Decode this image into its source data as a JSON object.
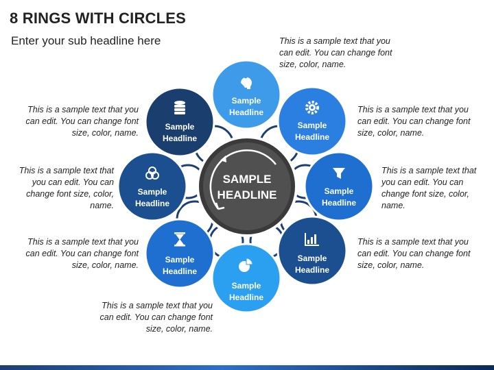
{
  "header": {
    "title": "8 RINGS WITH CIRCLES",
    "subtitle": "Enter your sub headline here"
  },
  "center": {
    "line1": "SAMPLE",
    "line2": "HEADLINE"
  },
  "nodes": [
    {
      "id": "top",
      "line1": "Sample",
      "line2": "Headline",
      "icon": "head-gears-icon",
      "color": "#3d9be9"
    },
    {
      "id": "top-right",
      "line1": "Sample",
      "line2": "Headline",
      "icon": "gear-icon",
      "color": "#2b7fe0"
    },
    {
      "id": "right",
      "line1": "Sample",
      "line2": "Headline",
      "icon": "filter-icon",
      "color": "#1f6fd0"
    },
    {
      "id": "bottom-right",
      "line1": "Sample",
      "line2": "Headline",
      "icon": "bar-chart-icon",
      "color": "#1b4f8f"
    },
    {
      "id": "bottom",
      "line1": "Sample",
      "line2": "Headline",
      "icon": "pie-chart-icon",
      "color": "#2b9ff0"
    },
    {
      "id": "bottom-left",
      "line1": "Sample",
      "line2": "Headline",
      "icon": "hourglass-icon",
      "color": "#1f6fd0"
    },
    {
      "id": "left",
      "line1": "Sample",
      "line2": "Headline",
      "icon": "venn-icon",
      "color": "#1b4f8f"
    },
    {
      "id": "top-left",
      "line1": "Sample",
      "line2": "Headline",
      "icon": "database-icon",
      "color": "#1a3f6f"
    }
  ],
  "descriptions": {
    "top": "This is a sample text that you can edit. You can change font size, color, name.",
    "top_right": "This is a sample text that you can edit. You can change font size, color, name.",
    "right": "This is a sample text that you can edit. You can change font size, color, name.",
    "bottom_right": "This is a sample text that you can edit. You can change font size, color, name.",
    "bottom": "This is a sample text that you can edit. You can change font size, color, name.",
    "bottom_left": "This is a sample text that you can edit. You can change font size, color, name.",
    "left": "This is a sample text that you can edit. You can change font size, color, name.",
    "top_left": "This is a sample text that you can edit. You can change font size, color, name."
  },
  "colors": {
    "ring": "#1b3f74",
    "center_fill": "#505050",
    "center_ring": "#3a3a3a",
    "node_ring": "#ffffff"
  }
}
